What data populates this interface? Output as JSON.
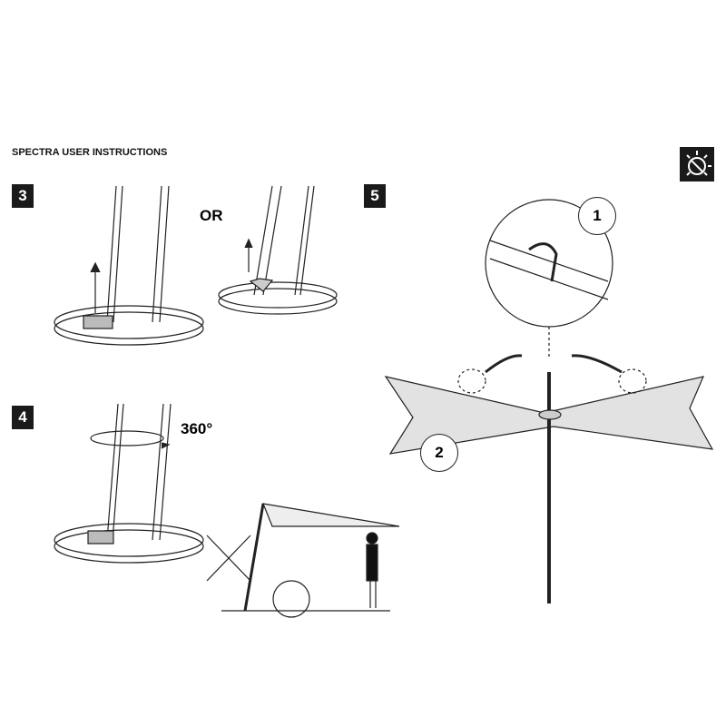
{
  "title": "SPECTRA USER INSTRUCTIONS",
  "steps": {
    "s3": "3",
    "s4": "4",
    "s5": "5"
  },
  "or_label": "OR",
  "rotation_label": "360°",
  "callouts": {
    "c1": "1",
    "c2": "2"
  },
  "icons": [
    "light-sun-icon",
    "lightbulb-icon"
  ]
}
